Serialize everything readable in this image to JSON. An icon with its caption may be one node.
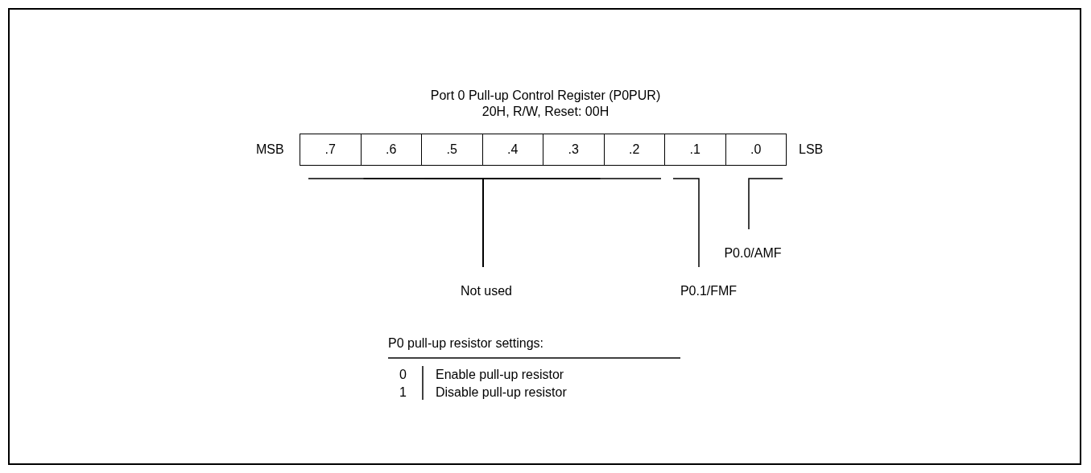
{
  "diagram": {
    "title": "Port 0 Pull-up Control Register (P0PUR)",
    "nodes": [
      {
        "text": [
          ".7"
        ]
      },
      {
        "text": [
          ".6"
        ]
      },
      {
        "text": [
          ".5"
        ]
      },
      {
        "text": [
          ".4"
        ]
      },
      {
        "text": [
          ".3"
        ]
      },
      {
        "text": [
          ".2"
        ]
      },
      {
        "text": [
          ".1"
        ]
      },
      {
        "text": [
          ".0"
        ]
      },
      {
        "text": [
          "Not used"
        ]
      },
      {
        "text": [
          "P0.1/FMF"
        ]
      },
      {
        "text": [
          "P0.0/AMF"
        ]
      }
    ],
    "edges": [
      {
        "from": 8,
        "to": 0,
        "arrow": "none"
      },
      {
        "from": 8,
        "to": 1,
        "arrow": "none"
      },
      {
        "from": 8,
        "to": 2,
        "arrow": "none"
      },
      {
        "from": 8,
        "to": 3,
        "arrow": "none"
      },
      {
        "from": 8,
        "to": 4,
        "arrow": "none"
      },
      {
        "from": 8,
        "to": 5,
        "arrow": "none"
      },
      {
        "from": 9,
        "to": 6,
        "arrow": "none"
      },
      {
        "from": 10,
        "to": 7,
        "arrow": "none"
      }
    ],
    "labels": [
      "20H, R/W, Reset: 00H",
      "MSB",
      "LSB",
      "P0 pull-up resistor settings:",
      "0",
      "Enable pull-up resistor",
      "1",
      "Disable pull-up resistor"
    ]
  }
}
